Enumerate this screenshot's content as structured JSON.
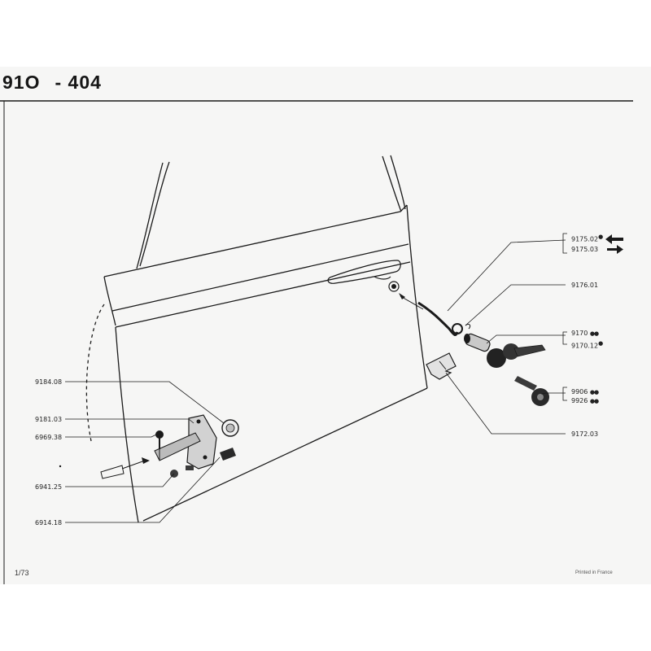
{
  "header": {
    "section_code": "91O",
    "model_code": "- 404"
  },
  "callouts_left": [
    {
      "id": "9184.08",
      "text": "9184.08"
    },
    {
      "id": "9181.03",
      "text": "9181.03"
    },
    {
      "id": "6969.38",
      "text": "6969.38"
    },
    {
      "id": "6941.25",
      "text": "6941.25"
    },
    {
      "id": "6914.18",
      "text": "6914.18"
    }
  ],
  "callouts_right": [
    {
      "id": "9175.02",
      "text": "9175.02",
      "mark": "●"
    },
    {
      "id": "9175.03",
      "text": "9175.03",
      "mark": ""
    },
    {
      "id": "9176.01",
      "text": "9176.01",
      "mark": ""
    },
    {
      "id": "9170",
      "text": "9170",
      "mark": "●●"
    },
    {
      "id": "9170.12",
      "text": "9170.12",
      "mark": "●"
    },
    {
      "id": "9906",
      "text": "9906",
      "mark": "●●"
    },
    {
      "id": "9926",
      "text": "9926",
      "mark": "●●"
    },
    {
      "id": "9172.03",
      "text": "9172.03",
      "mark": ""
    }
  ],
  "footer": {
    "page_number": "1/73",
    "printed_note": "Printed in France"
  },
  "icons": [
    "left-hand-arrow-icon",
    "right-hand-arrow-icon"
  ],
  "colors": {
    "ink": "#1a1a1a",
    "paper": "#f6f6f5"
  }
}
